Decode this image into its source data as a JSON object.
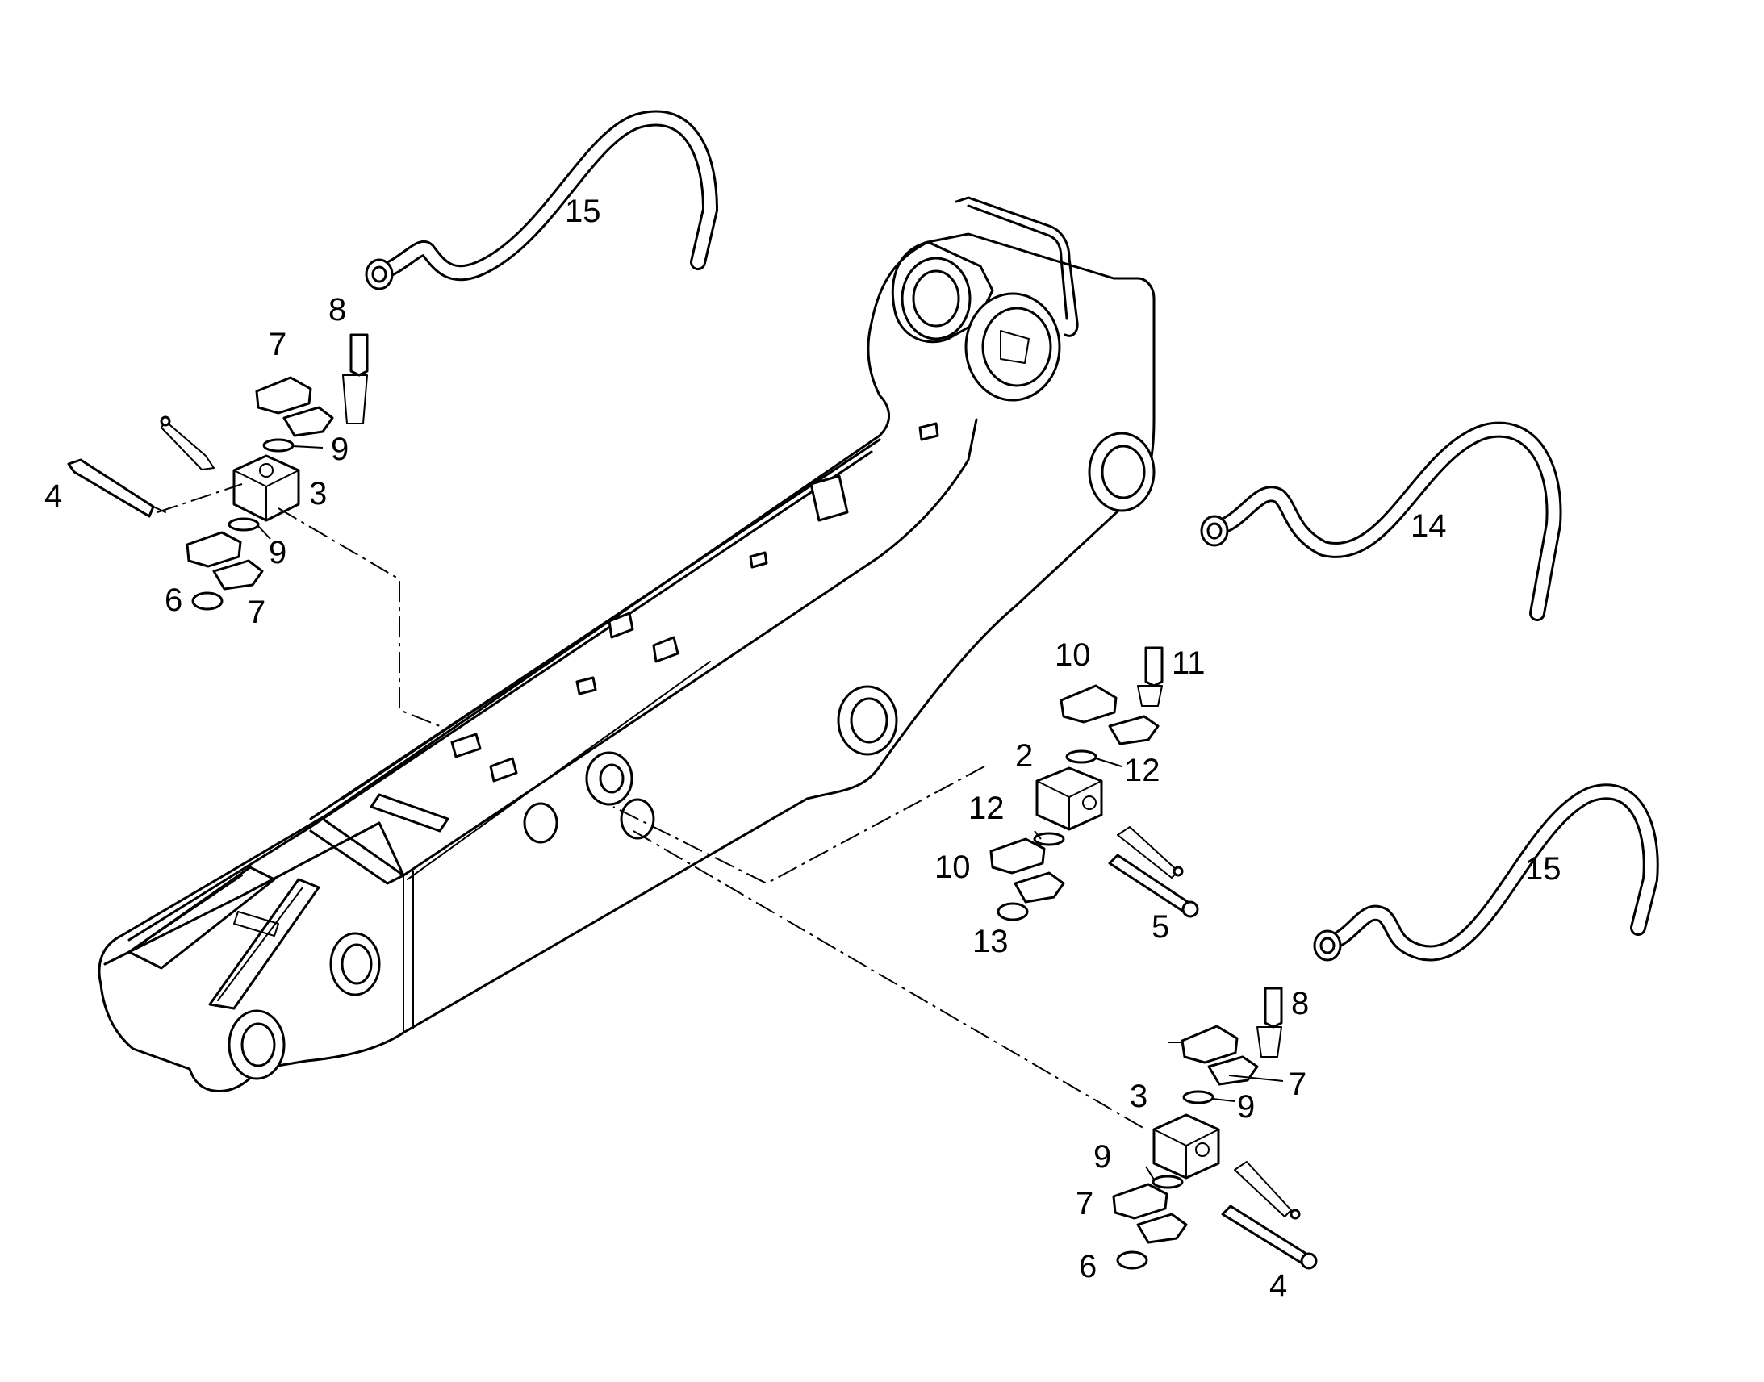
{
  "callouts": [
    {
      "id": "c-15a",
      "label": "15"
    },
    {
      "id": "c-8a",
      "label": "8"
    },
    {
      "id": "c-7a",
      "label": "7"
    },
    {
      "id": "c-9a",
      "label": "9"
    },
    {
      "id": "c-4a",
      "label": "4"
    },
    {
      "id": "c-3a",
      "label": "3"
    },
    {
      "id": "c-9b",
      "label": "9"
    },
    {
      "id": "c-6a",
      "label": "6"
    },
    {
      "id": "c-7b",
      "label": "7"
    },
    {
      "id": "c-14",
      "label": "14"
    },
    {
      "id": "c-10a",
      "label": "10"
    },
    {
      "id": "c-11",
      "label": "11"
    },
    {
      "id": "c-2",
      "label": "2"
    },
    {
      "id": "c-12a",
      "label": "12"
    },
    {
      "id": "c-12b",
      "label": "12"
    },
    {
      "id": "c-10b",
      "label": "10"
    },
    {
      "id": "c-5",
      "label": "5"
    },
    {
      "id": "c-13",
      "label": "13"
    },
    {
      "id": "c-15b",
      "label": "15"
    },
    {
      "id": "c-8b",
      "label": "8"
    },
    {
      "id": "c-7c",
      "label": "7"
    },
    {
      "id": "c-3b",
      "label": "3"
    },
    {
      "id": "c-9c",
      "label": "9"
    },
    {
      "id": "c-9d",
      "label": "9"
    },
    {
      "id": "c-7d",
      "label": "7"
    },
    {
      "id": "c-6b",
      "label": "6"
    },
    {
      "id": "c-4b",
      "label": "4"
    }
  ]
}
